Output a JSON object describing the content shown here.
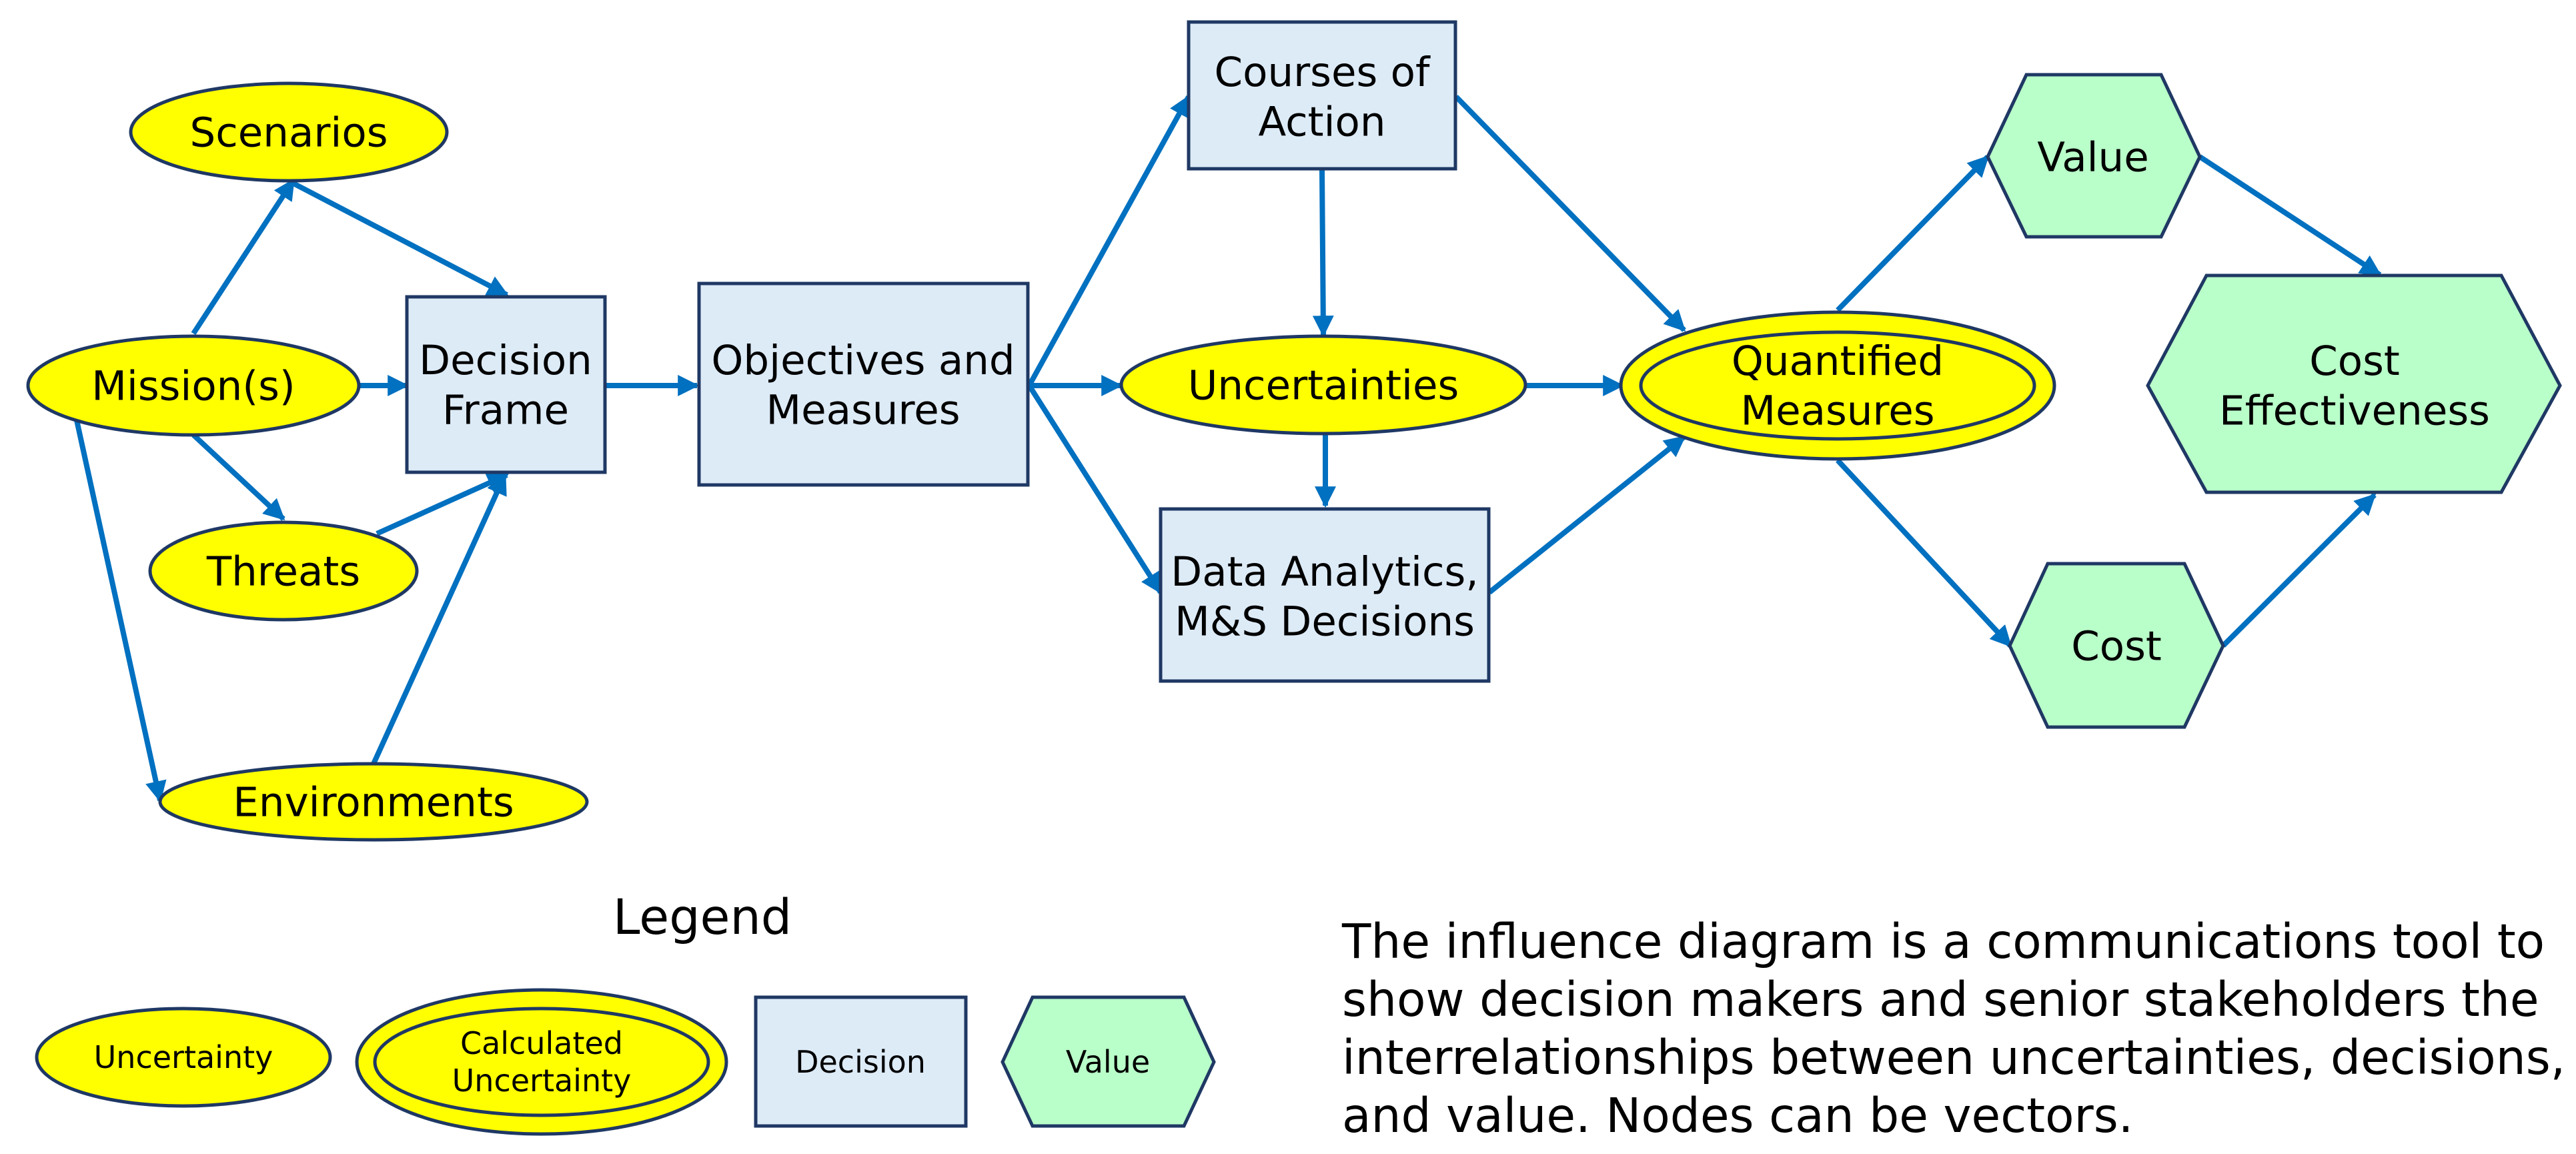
{
  "colors": {
    "uncertainty_fill": "#ffff00",
    "decision_fill": "#ddebf7",
    "value_fill": "#b9ffc9",
    "border": "#1f3864",
    "arrow": "#0070c0"
  },
  "nodes": {
    "scenarios": [
      "Scenarios"
    ],
    "missions": [
      "Mission(s)"
    ],
    "threats": [
      "Threats"
    ],
    "environments": [
      "Environments"
    ],
    "decision_frame": [
      "Decision",
      "Frame"
    ],
    "objectives": [
      "Objectives and",
      "Measures"
    ],
    "courses": [
      "Courses of",
      "Action"
    ],
    "uncertainties": [
      "Uncertainties"
    ],
    "data_analytics": [
      "Data Analytics,",
      "M&S Decisions"
    ],
    "quantified": [
      "Quantified",
      "Measures"
    ],
    "value": [
      "Value"
    ],
    "cost": [
      "Cost"
    ],
    "cost_effectiveness": [
      "Cost",
      "Effectiveness"
    ]
  },
  "legend": {
    "title": "Legend",
    "uncertainty": [
      "Uncertainty"
    ],
    "calculated": [
      "Calculated",
      "Uncertainty"
    ],
    "decision": [
      "Decision"
    ],
    "value": [
      "Value"
    ]
  },
  "description": {
    "lines": [
      "The influence diagram is a communications tool to",
      "show decision makers and senior stakeholders the",
      "interrelationships between uncertainties, decisions,",
      "and value.  Nodes can be vectors."
    ]
  }
}
